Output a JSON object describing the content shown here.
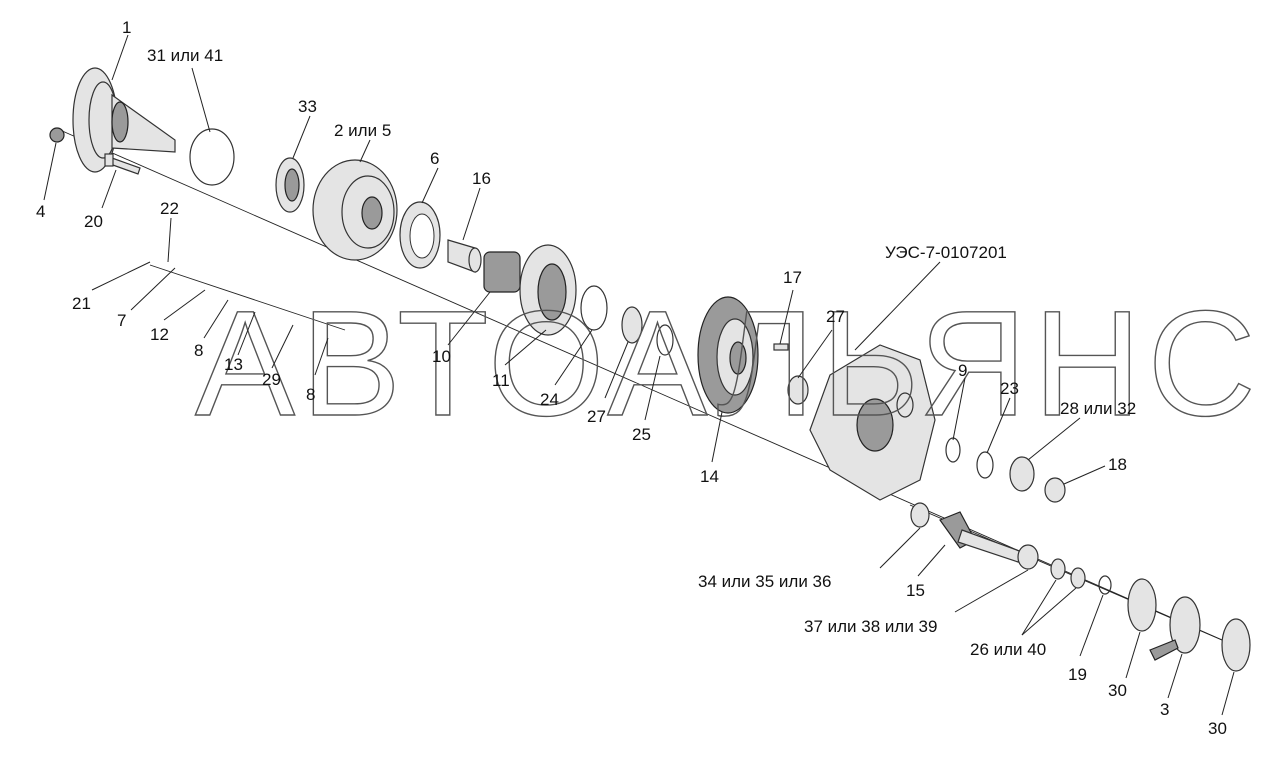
{
  "watermark": "АВТОАЛЬЯНС",
  "parts": [
    {
      "id": "1",
      "label": "1"
    },
    {
      "id": "31-41",
      "label": "31 или 41"
    },
    {
      "id": "4",
      "label": "4"
    },
    {
      "id": "20",
      "label": "20"
    },
    {
      "id": "33",
      "label": "33"
    },
    {
      "id": "2-5",
      "label": "2 или 5"
    },
    {
      "id": "6",
      "label": "6"
    },
    {
      "id": "16",
      "label": "16"
    },
    {
      "id": "22",
      "label": "22"
    },
    {
      "id": "21",
      "label": "21"
    },
    {
      "id": "7",
      "label": "7"
    },
    {
      "id": "12",
      "label": "12"
    },
    {
      "id": "8a",
      "label": "8"
    },
    {
      "id": "13",
      "label": "13"
    },
    {
      "id": "29",
      "label": "29"
    },
    {
      "id": "8b",
      "label": "8"
    },
    {
      "id": "10",
      "label": "10"
    },
    {
      "id": "11",
      "label": "11"
    },
    {
      "id": "24",
      "label": "24"
    },
    {
      "id": "27a",
      "label": "27"
    },
    {
      "id": "25",
      "label": "25"
    },
    {
      "id": "14",
      "label": "14"
    },
    {
      "id": "17",
      "label": "17"
    },
    {
      "id": "27b",
      "label": "27"
    },
    {
      "id": "ues",
      "label": "УЭС-7-0107201"
    },
    {
      "id": "9",
      "label": "9"
    },
    {
      "id": "23",
      "label": "23"
    },
    {
      "id": "28-32",
      "label": "28 или 32"
    },
    {
      "id": "18",
      "label": "18"
    },
    {
      "id": "34-35-36",
      "label": "34 или 35 или 36"
    },
    {
      "id": "15",
      "label": "15"
    },
    {
      "id": "37-38-39",
      "label": "37 или 38 или 39"
    },
    {
      "id": "26-40",
      "label": "26 или 40"
    },
    {
      "id": "19",
      "label": "19"
    },
    {
      "id": "30a",
      "label": "30"
    },
    {
      "id": "3",
      "label": "3"
    },
    {
      "id": "30b",
      "label": "30"
    }
  ]
}
